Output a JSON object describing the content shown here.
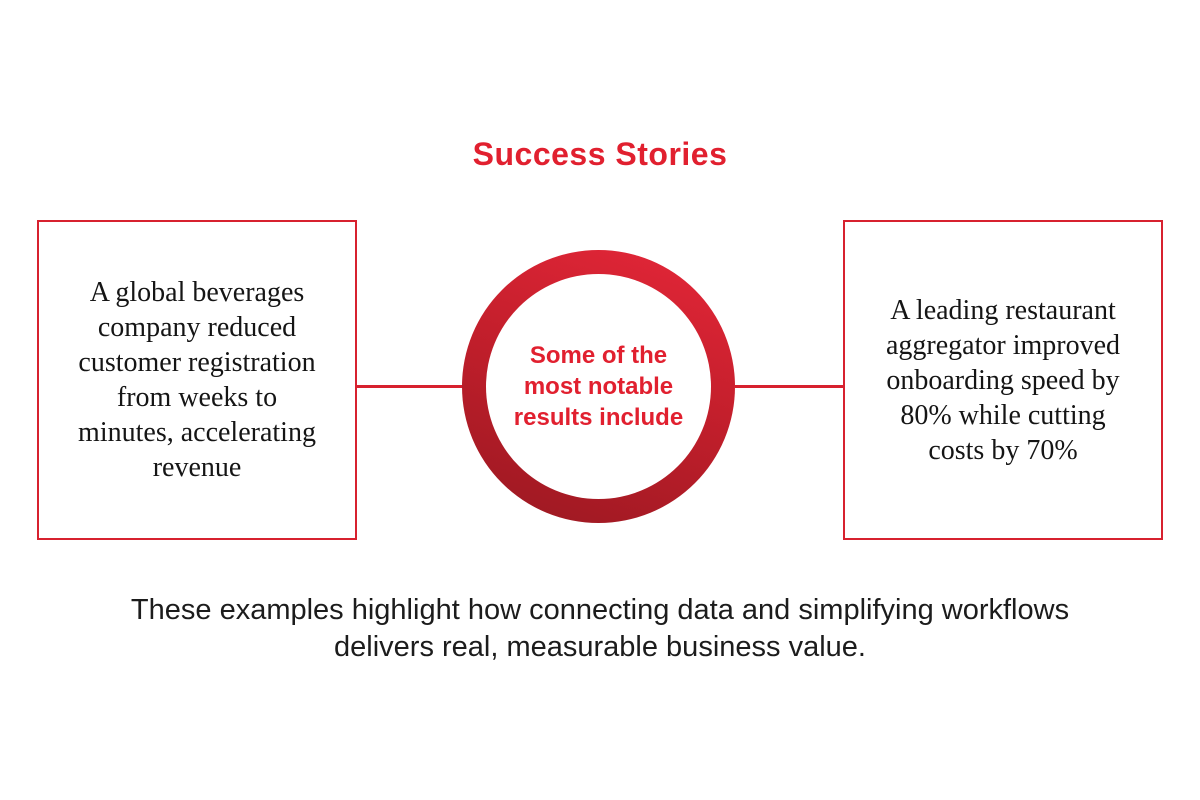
{
  "colors": {
    "accent": "#e1202f",
    "border": "#d7212f",
    "ring_bright": "#e62739",
    "ring_mid": "#c41f2c",
    "ring_dark": "#991821",
    "text": "#151515",
    "footer_text": "#1c1c1c"
  },
  "title": "Success Stories",
  "left_box": {
    "lines": [
      "A global beverages",
      "company reduced",
      "customer registration",
      "from weeks to",
      "minutes, accelerating",
      "revenue"
    ]
  },
  "center_circle": {
    "lines": [
      "Some of the",
      "most notable",
      "results include"
    ]
  },
  "right_box": {
    "lines": [
      "A leading restaurant",
      "aggregator improved",
      "onboarding speed by",
      "80% while cutting",
      "costs by 70%"
    ]
  },
  "footer": {
    "lines": [
      "These examples highlight how connecting data and simplifying workflows",
      "delivers real, measurable business value."
    ]
  }
}
